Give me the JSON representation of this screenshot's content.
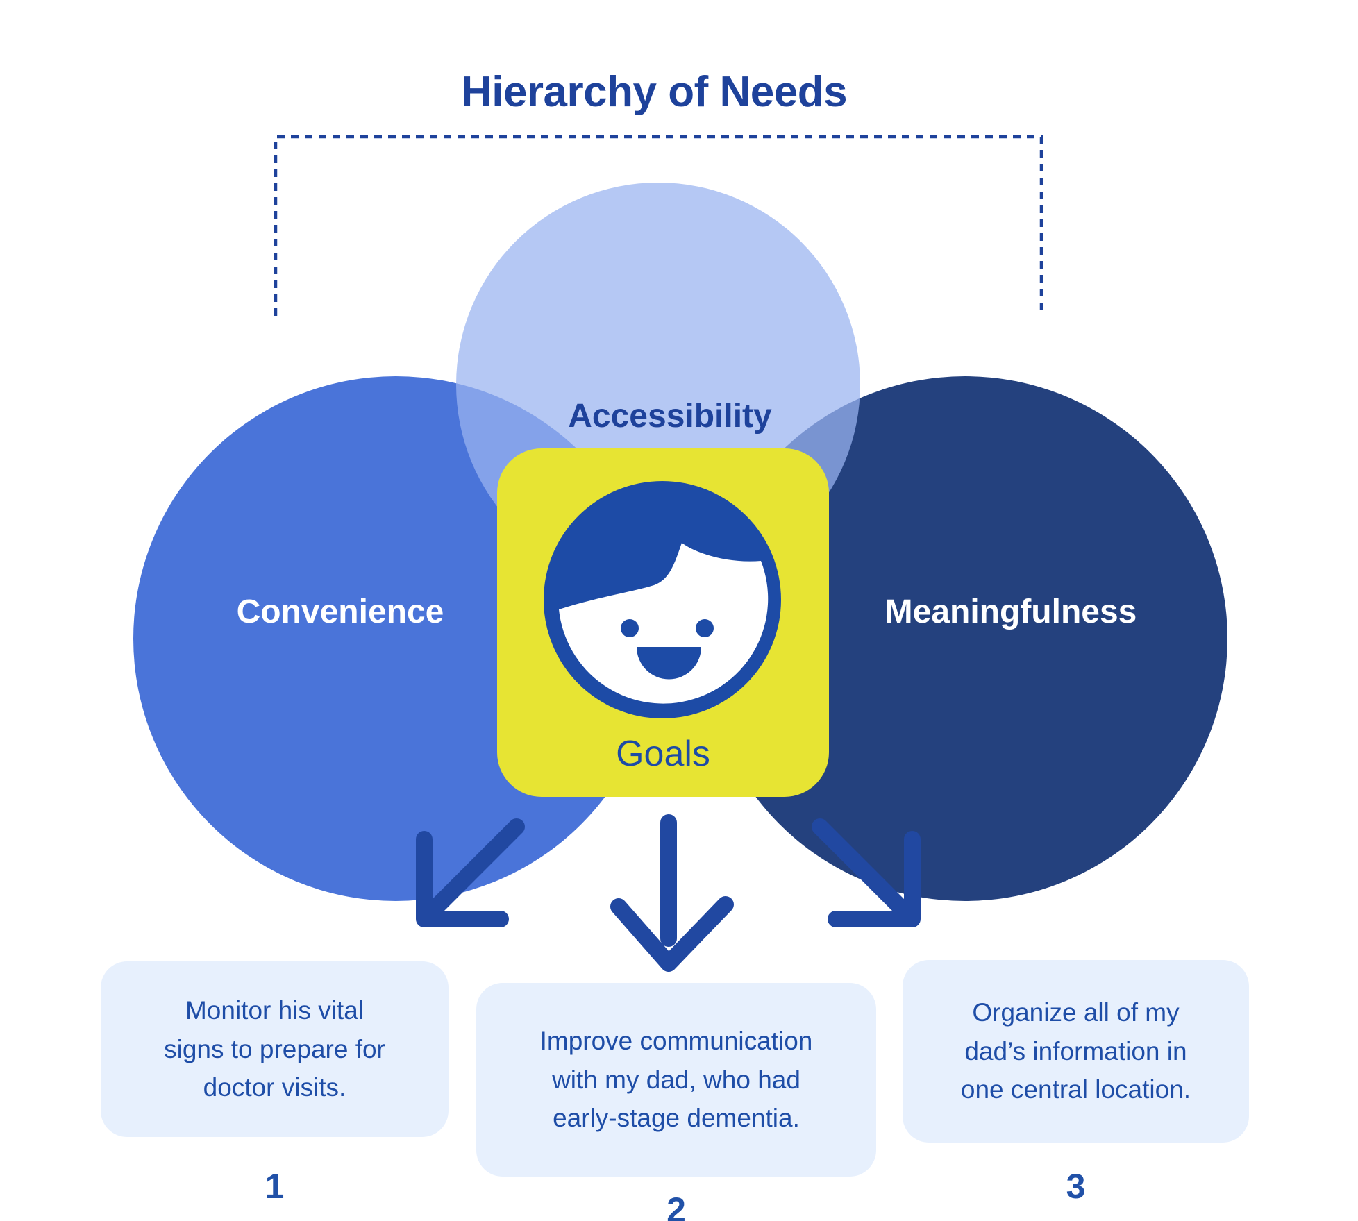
{
  "title": "Hierarchy of Needs",
  "venn": {
    "left": {
      "label": "Convenience",
      "color": "#4a74d9"
    },
    "top": {
      "label": "Accessibility",
      "color": "#b5c8f4"
    },
    "right": {
      "label": "Meaningfulness",
      "color": "#24417e"
    }
  },
  "center_card": {
    "label": "Goals",
    "icon": "smiling-face-icon",
    "color": "#e7e433"
  },
  "goals": [
    {
      "number": "1",
      "text": "Monitor his vital\nsigns to prepare for\ndoctor visits."
    },
    {
      "number": "2",
      "text": "Improve communication\nwith my dad, who had\nearly-stage dementia."
    },
    {
      "number": "3",
      "text": "Organize all of my\ndad’s information in\none central location."
    }
  ],
  "colors": {
    "heading_blue": "#1e429b",
    "arrow_blue": "#2148a1",
    "face_blue": "#1d4ba6",
    "goal_box_bg": "#e7f0fd",
    "goal_text_blue": "#1e4da7"
  }
}
